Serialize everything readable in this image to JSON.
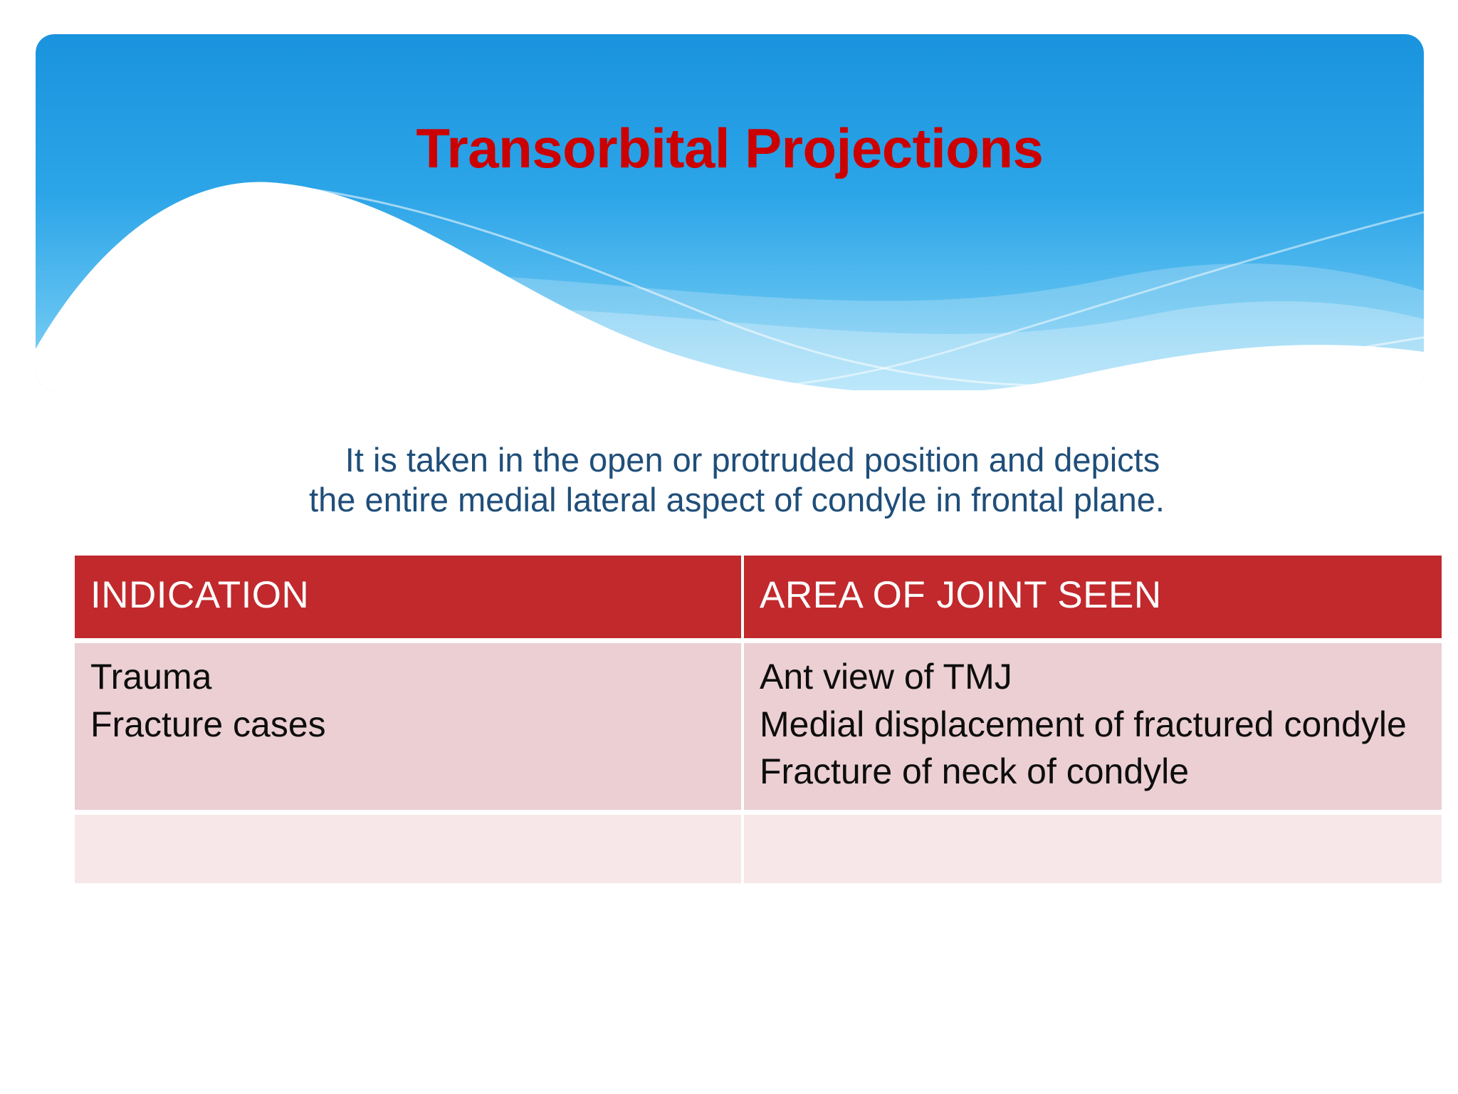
{
  "slide": {
    "title": "Transorbital Projections",
    "body_line_1": "It is taken in the open or protruded position and depicts",
    "body_line_2": "the entire medial lateral aspect of condyle in frontal plane."
  },
  "table": {
    "headers": [
      "INDICATION",
      "AREA OF JOINT SEEN"
    ],
    "rows": [
      {
        "indication": "Trauma\nFracture  cases",
        "area_of_joint_seen": "Ant view of TMJ\nMedial displacement of fractured condyle\nFracture of neck of condyle"
      },
      {
        "indication": "",
        "area_of_joint_seen": ""
      }
    ]
  },
  "colors": {
    "banner_blue_top": "#1E9BE0",
    "banner_blue_bottom": "#7FD0F5",
    "title_red": "#CC0000",
    "body_navy": "#1F4E79",
    "table_header_red": "#C1292C",
    "table_body_pink": "#EBCFD3",
    "table_filler_pink": "#F7E7E9",
    "slide_background": "#FFFFFF"
  }
}
